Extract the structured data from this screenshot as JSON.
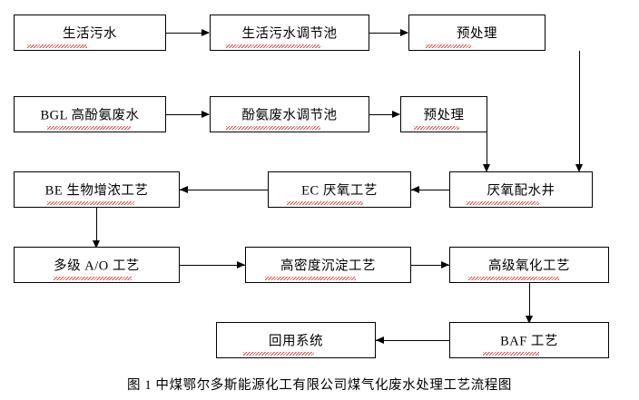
{
  "diagram": {
    "caption": "图 1  中煤鄂尔多斯能源化工有限公司煤气化废水处理工艺流程图",
    "nodes": [
      {
        "id": "domestic-sewage",
        "label": "生活污水"
      },
      {
        "id": "domestic-sewage-regulating-tank",
        "label": "生活污水调节池"
      },
      {
        "id": "pretreatment-top",
        "label": "预处理"
      },
      {
        "id": "bgl-high-phenol-ammonia-wastewater",
        "label": "BGL 高酚氨废水"
      },
      {
        "id": "phenol-ammonia-regulating-tank",
        "label": "酚氨废水调节池"
      },
      {
        "id": "pretreatment-mid",
        "label": "预处理"
      },
      {
        "id": "be-bio-enrichment-process",
        "label": "BE 生物增浓工艺"
      },
      {
        "id": "ec-anaerobic-process",
        "label": "EC 厌氧工艺"
      },
      {
        "id": "anaerobic-distribution-well",
        "label": "厌氧配水井"
      },
      {
        "id": "multistage-ao-process",
        "label": "多级 A/O 工艺"
      },
      {
        "id": "high-density-sedimentation-process",
        "label": "高密度沉淀工艺"
      },
      {
        "id": "advanced-oxidation-process",
        "label": "高级氧化工艺"
      },
      {
        "id": "reuse-system",
        "label": "回用系统"
      },
      {
        "id": "baf-process",
        "label": "BAF 工艺"
      }
    ]
  }
}
